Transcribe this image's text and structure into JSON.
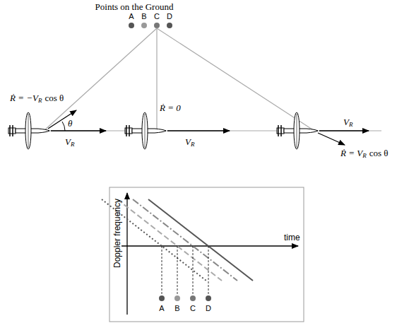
{
  "diagram": {
    "title": "Points on the Ground",
    "labels": [
      "A",
      "B",
      "C",
      "D",
      "Ṙ = −V",
      "R",
      "cos θ",
      "θ",
      "Ṙ = 0",
      "V",
      "R",
      "V",
      "R",
      "V",
      "R",
      "Ṙ = V",
      "R",
      "cos θ",
      "Doppler frequency",
      "time",
      "A",
      "B",
      "C",
      "D"
    ]
  }
}
